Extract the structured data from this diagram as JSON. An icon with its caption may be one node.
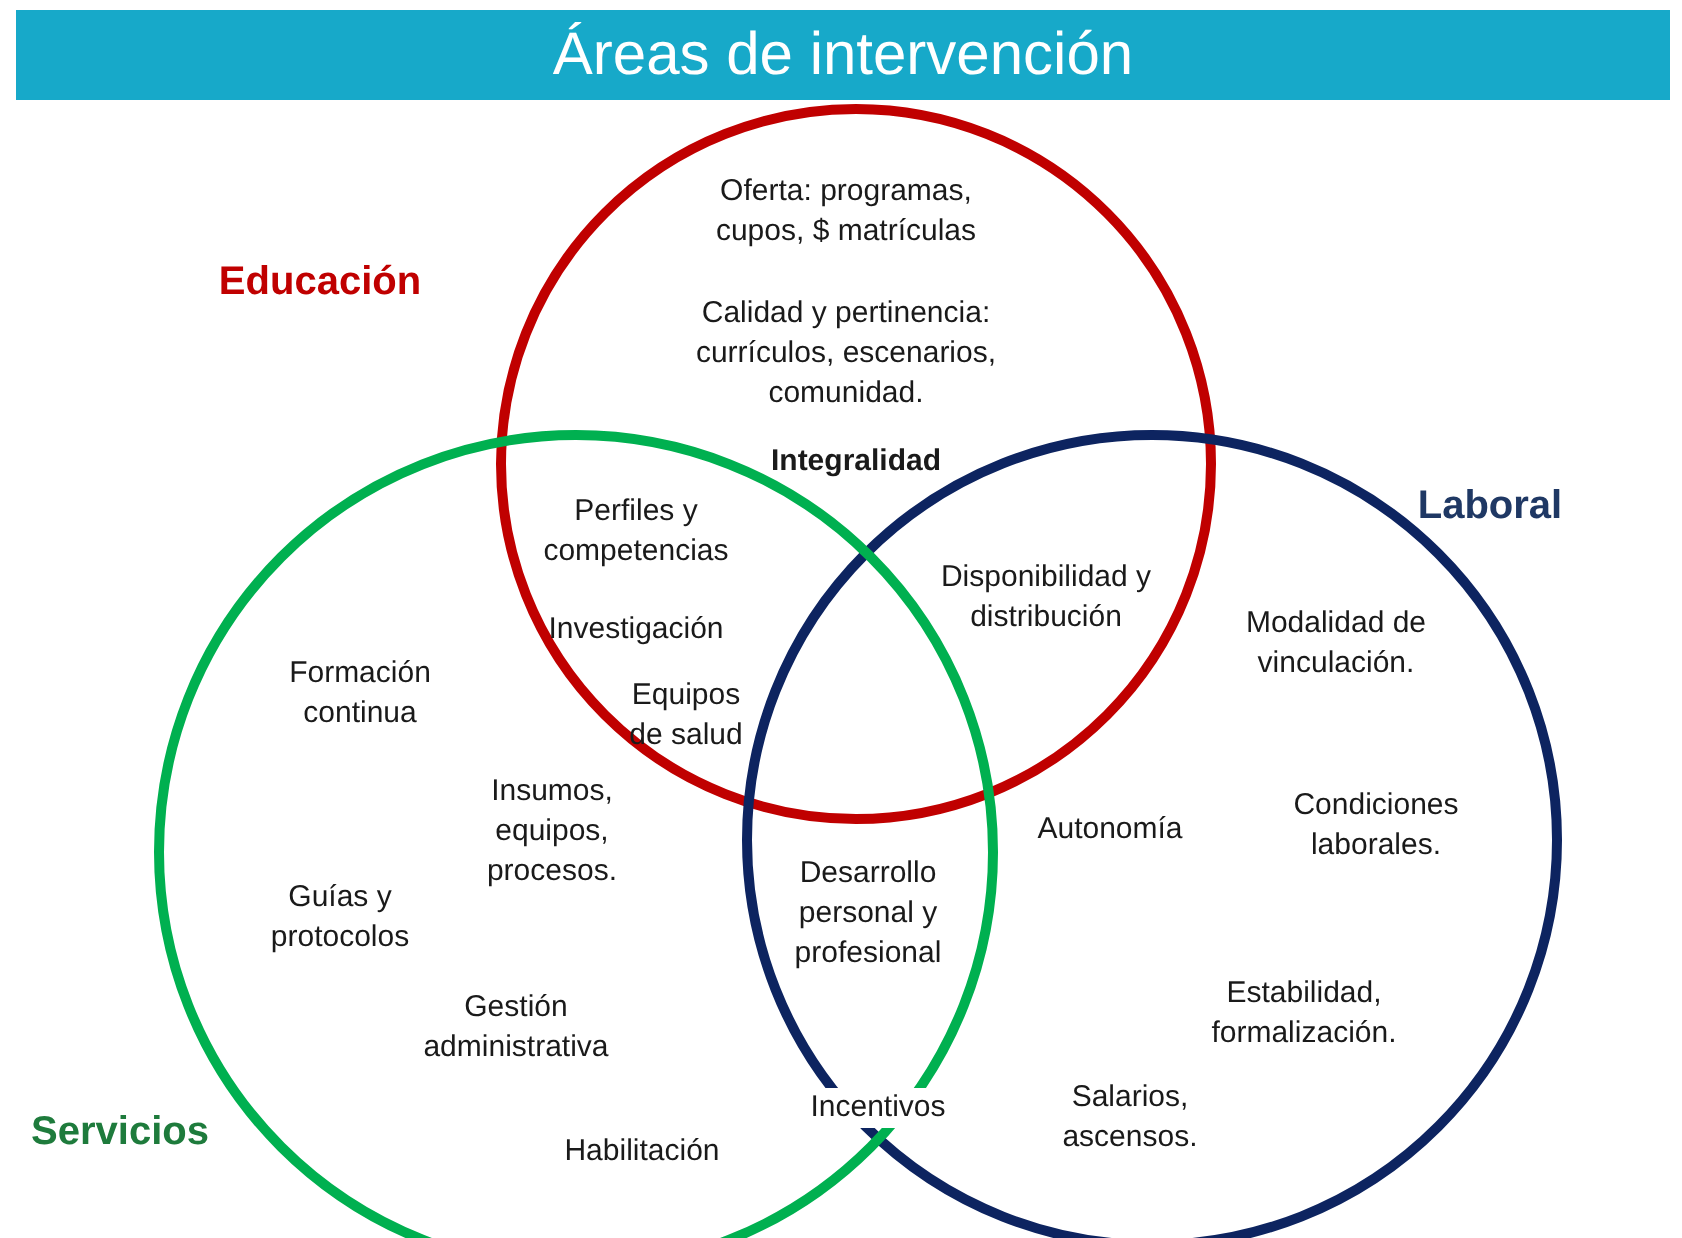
{
  "diagram": {
    "title": "Áreas de intervención",
    "nodes": [
      {
        "text": [
          "Educación"
        ]
      },
      {
        "text": [
          "Laboral"
        ]
      },
      {
        "text": [
          "Servicios"
        ]
      }
    ],
    "labels": [
      "Oferta: programas, cupos, $ matrículas",
      "Calidad y pertinencia: currículos, escenarios, comunidad.",
      "Integralidad",
      "Perfiles y competencias",
      "Disponibilidad y distribución",
      "Investigación",
      "Modalidad de vinculación.",
      "Formación continua",
      "Equipos de salud",
      "Insumos, equipos, procesos.",
      "Autonomía",
      "Condiciones laborales.",
      "Desarrollo personal y profesional",
      "Guías y protocolos",
      "Estabilidad, formalización.",
      "Gestión administrativa",
      "Incentivos",
      "Salarios, ascensos.",
      "Habilitación"
    ]
  }
}
